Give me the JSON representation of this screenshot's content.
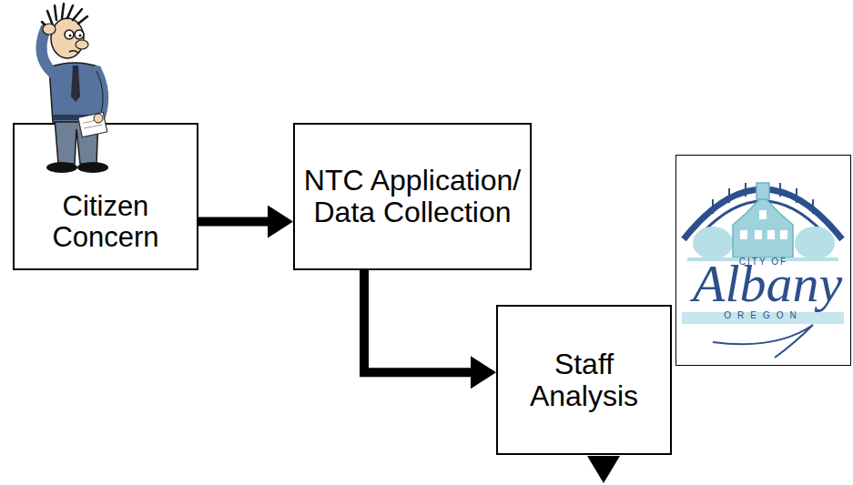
{
  "diagram": {
    "nodes": [
      {
        "text": [
          "Citizen Concern"
        ]
      },
      {
        "text": [
          "NTC Application/ Data Collection"
        ]
      },
      {
        "text": [
          "Staff Analysis"
        ]
      }
    ],
    "edges": [
      {
        "from": 0,
        "to": 1,
        "arrow": "to"
      },
      {
        "from": 1,
        "to": 2,
        "arrow": "to"
      }
    ],
    "labels": [
      "CITY OF",
      "Albany",
      "OREGON"
    ]
  }
}
